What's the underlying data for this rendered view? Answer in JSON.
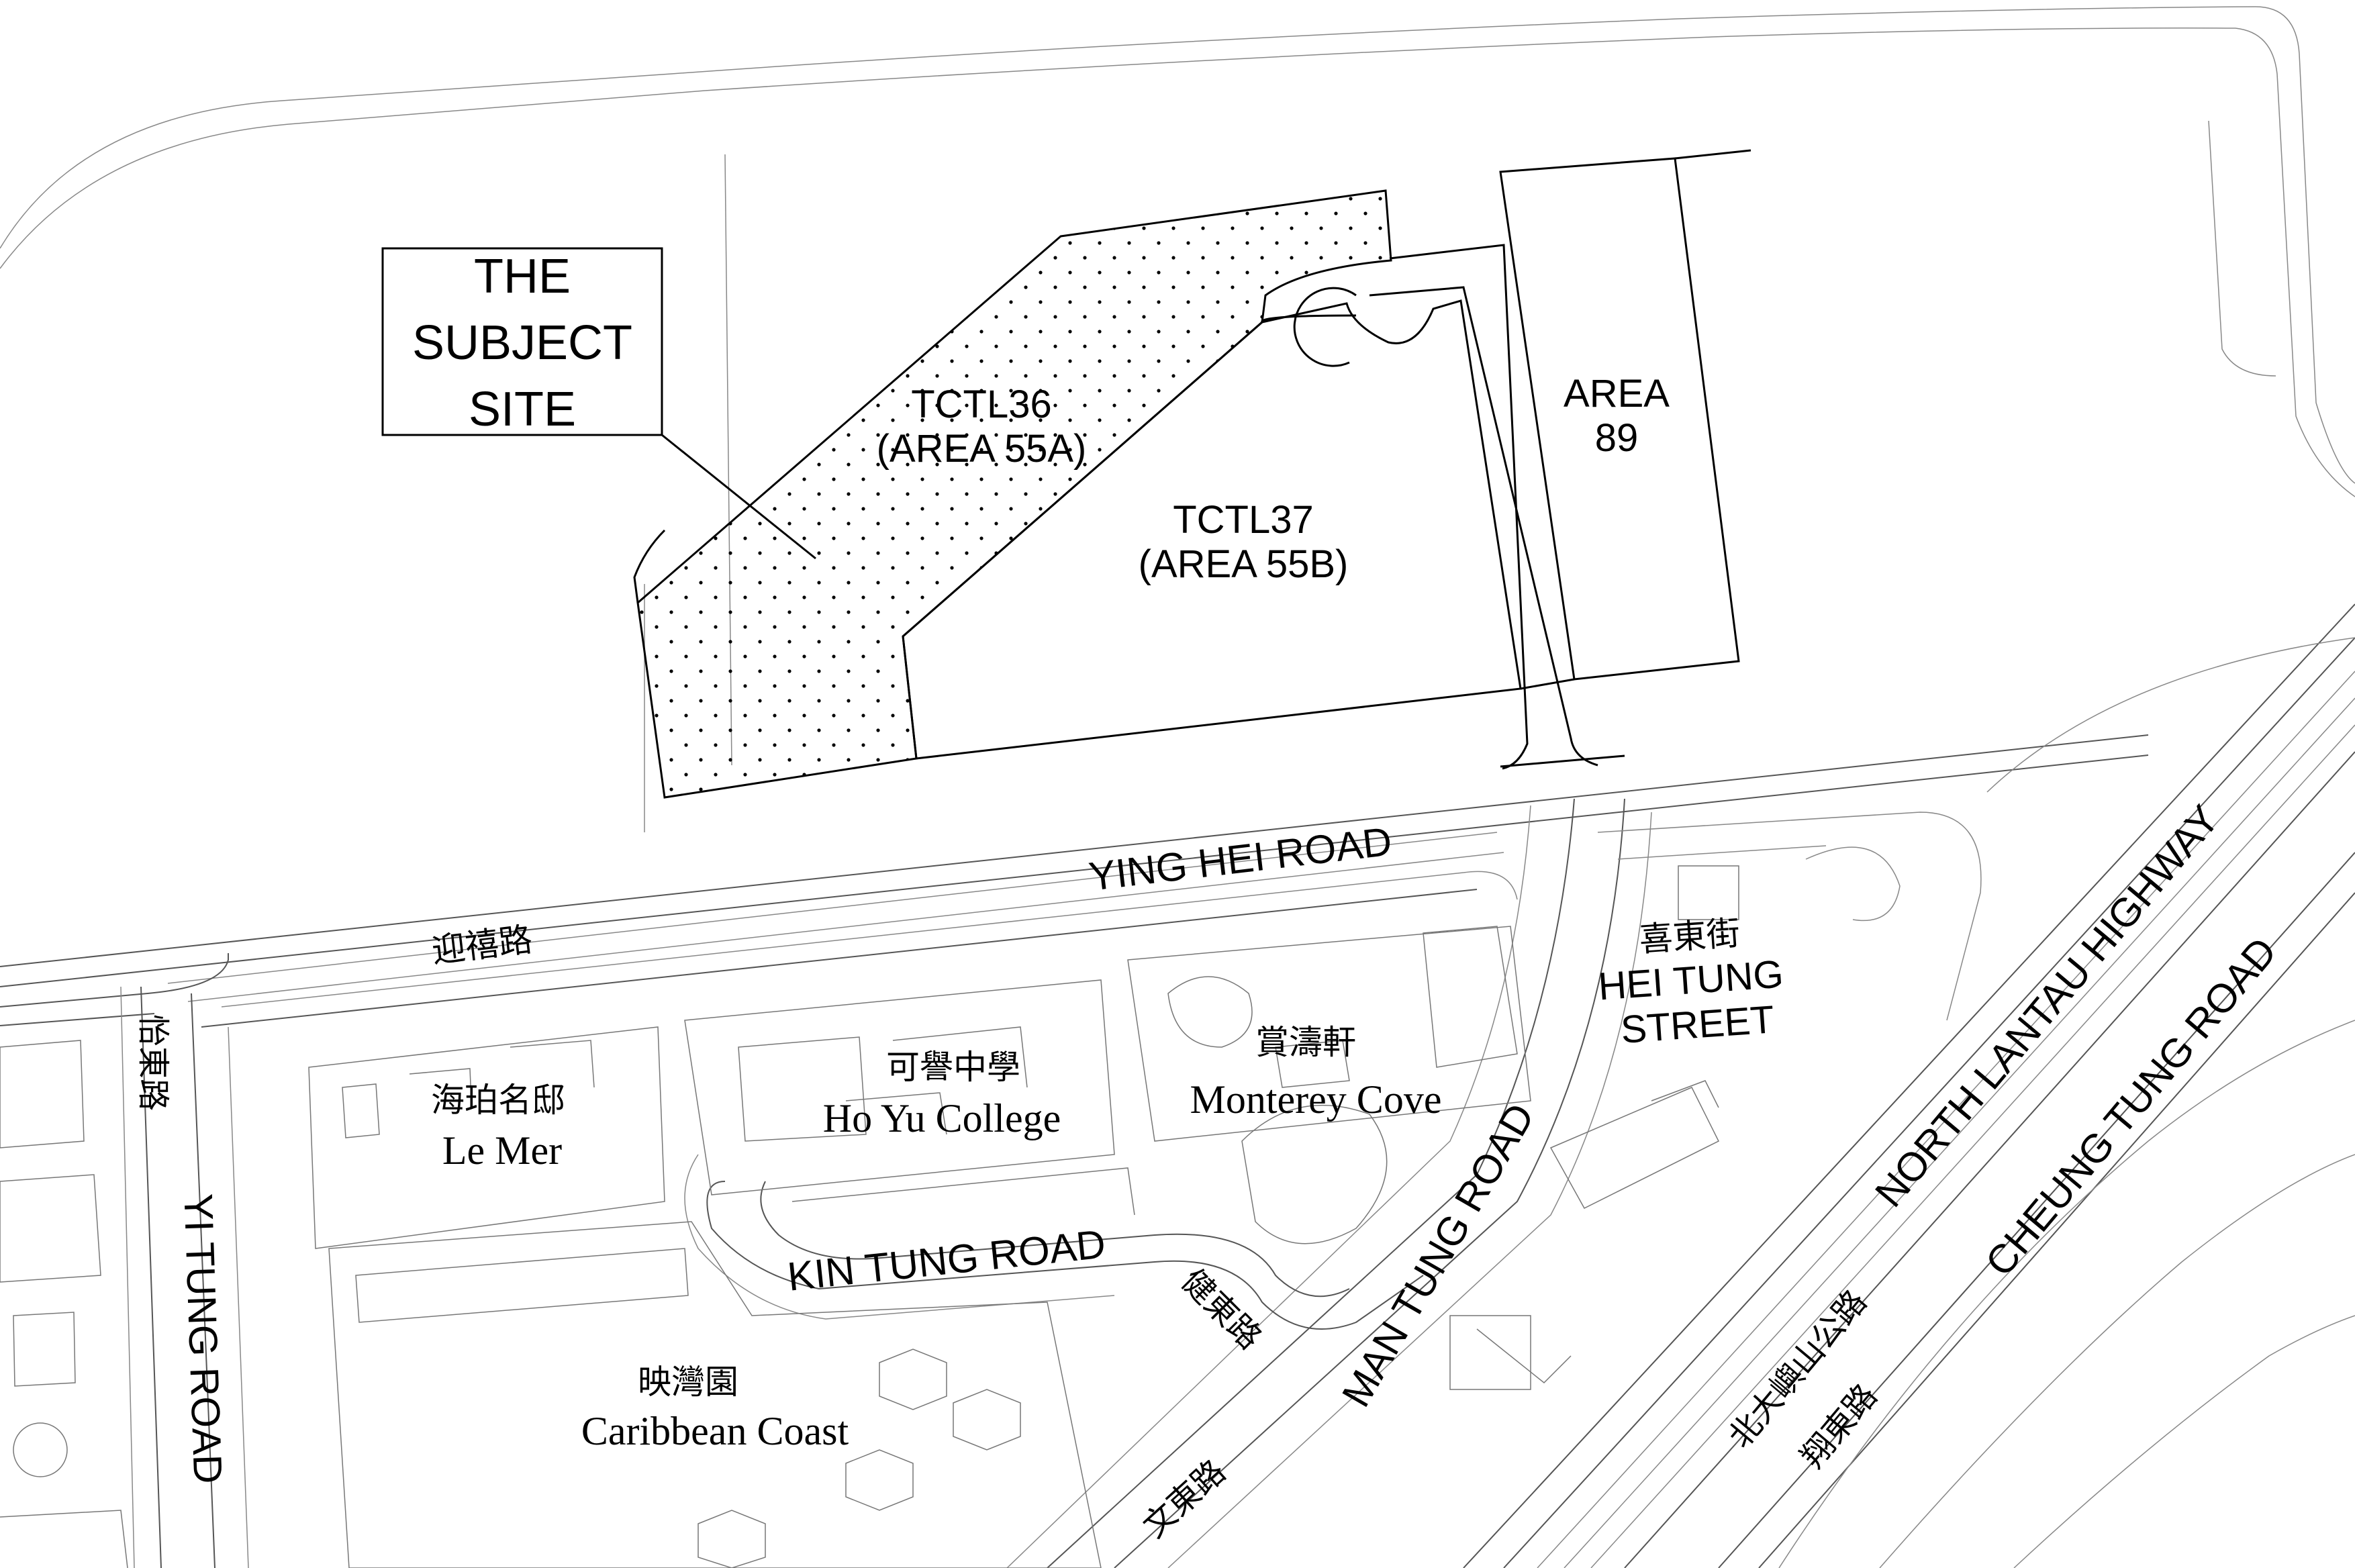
{
  "subject_site_box": {
    "line1": "THE",
    "line2": "SUBJECT",
    "line3": "SITE"
  },
  "sites": {
    "tctl36": {
      "name": "TCTL36",
      "area": "(AREA 55A)"
    },
    "tctl37": {
      "name": "TCTL37",
      "area": "(AREA 55B)"
    },
    "area89": {
      "line1": "AREA",
      "line2": "89"
    }
  },
  "roads": {
    "ying_hei_en": "YING HEI ROAD",
    "ying_hei_zh": "迎禧路",
    "yi_tung_en": "YI TUNG ROAD",
    "yi_tung_zh": "怡東路",
    "kin_tung_en": "KIN TUNG ROAD",
    "kin_tung_zh": "健東路",
    "man_tung_en": "MAN TUNG ROAD",
    "man_tung_zh": "文東路",
    "hei_tung_en_1": "HEI TUNG",
    "hei_tung_en_2": "STREET",
    "hei_tung_zh": "喜東街",
    "north_lantau_en": "NORTH LANTAU HIGHWAY",
    "north_lantau_zh": "北大嶼山公路",
    "cheung_tung_en": "CHEUNG TUNG ROAD",
    "cheung_tung_zh": "翔東路"
  },
  "estates": {
    "le_mer": {
      "zh": "海珀名邸",
      "en": "Le Mer"
    },
    "ho_yu": {
      "zh": "可譽中學",
      "en": "Ho Yu College"
    },
    "monterey": {
      "zh": "賞濤軒",
      "en": "Monterey Cove"
    },
    "caribbean": {
      "zh": "映灣園",
      "en": "Caribbean Coast"
    }
  }
}
